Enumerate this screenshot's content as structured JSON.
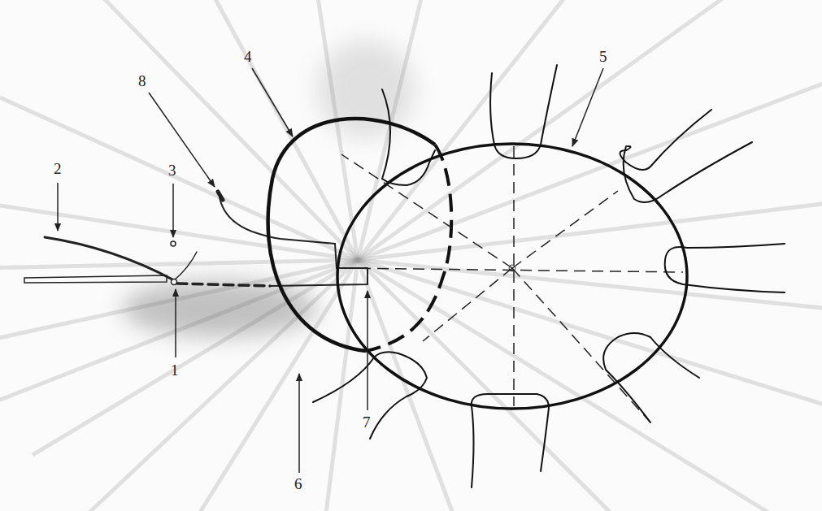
{
  "diagram": {
    "labels": [
      "2",
      "3",
      "8",
      "4",
      "5",
      "1",
      "6",
      "7"
    ]
  }
}
